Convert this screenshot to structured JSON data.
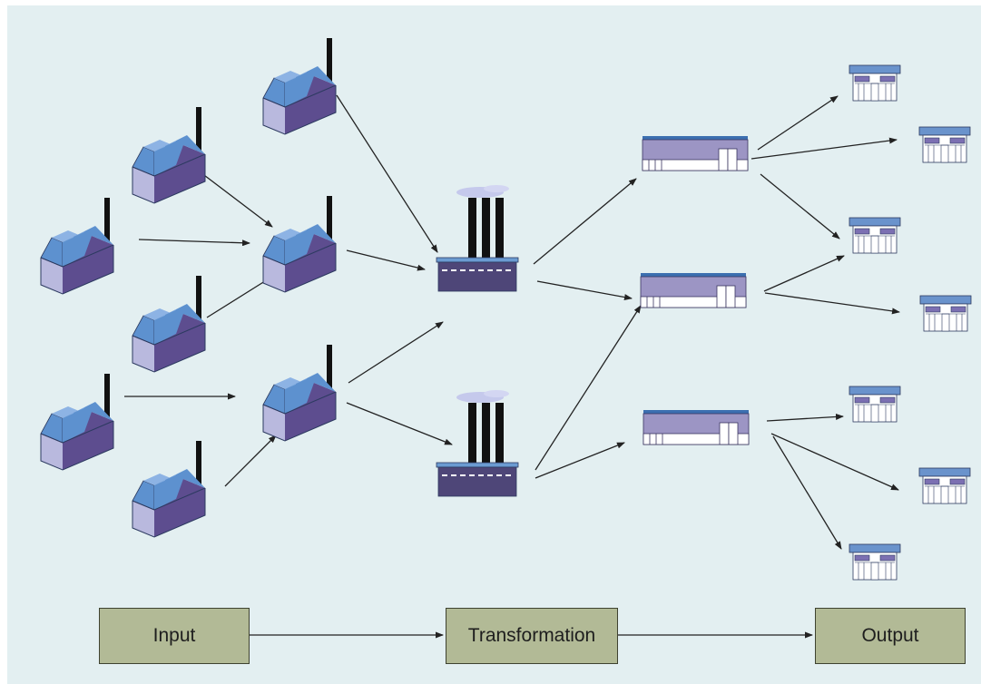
{
  "stages": {
    "input": "Input",
    "transformation": "Transformation",
    "output": "Output"
  },
  "colors": {
    "background": "#e3eff1",
    "roof": "#5d91cf",
    "factory_front": "#5d4d8f",
    "factory_side": "#b9b9de",
    "plant": "#4e4678",
    "warehouse": "#9c95c4",
    "store_roof": "#6a93cc",
    "box_fill": "#b2ba96",
    "arrow": "#222222"
  },
  "icons": {
    "supplier": "small-factory-icon",
    "plant": "manufacturing-plant-icon",
    "warehouse": "warehouse-icon",
    "store": "retail-store-icon"
  }
}
